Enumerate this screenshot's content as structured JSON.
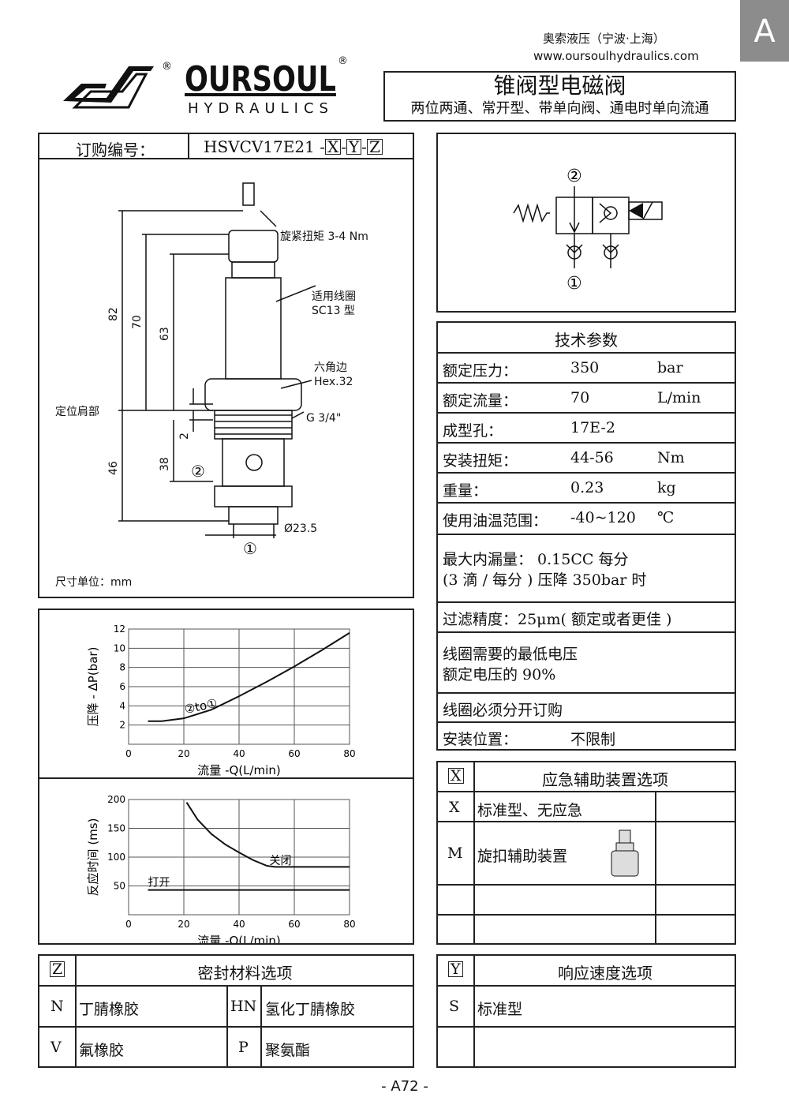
{
  "header": {
    "tab": "A",
    "company": "奥索液压（宁波·上海）",
    "url": "www.oursoulhydraulics.com",
    "brand": "OURSOUL",
    "brand_sub": "HYDRAULICS",
    "reg": "®",
    "title": "锥阀型电磁阀",
    "subtitle": "两位两通、常开型、带单向阀、通电时单向流通"
  },
  "order": {
    "label": "订购编号：",
    "code": "HSVCV17E21 -",
    "x": "X",
    "y": "Y",
    "z": "Z",
    "dash": "-"
  },
  "drawing": {
    "torque": "旋紧扭矩 3-4 Nm",
    "coil1": "适用线圈",
    "coil2": "SC13 型",
    "hex1": "六角边",
    "hex2": "Hex.32",
    "thread": "G 3/4\"",
    "shoulder": "定位肩部",
    "dia": "Ø23.5",
    "d82": "82",
    "d70": "70",
    "d63": "63",
    "d46": "46",
    "d38": "38",
    "d2": "2",
    "port1": "①",
    "port2": "②",
    "unit": "尺寸单位：mm"
  },
  "schematic": {
    "port1": "①",
    "port2": "②"
  },
  "tech": {
    "title": "技术参数",
    "rows": [
      {
        "label": "额定压力：",
        "value": "350",
        "unit": "bar"
      },
      {
        "label": "额定流量：",
        "value": "70",
        "unit": "L/min"
      },
      {
        "label": "成型孔：",
        "value": "17E-2",
        "unit": ""
      },
      {
        "label": "安装扭矩：",
        "value": "44-56",
        "unit": "Nm"
      },
      {
        "label": "重量：",
        "value": "0.23",
        "unit": "kg"
      },
      {
        "label": "使用油温范围：",
        "value": "-40~120",
        "unit": "℃"
      }
    ],
    "leak1": "最大内漏量：  0.15CC 每分",
    "leak2": "(3 滴 / 每分 ) 压降 350bar 时",
    "filter": "过滤精度：25μm( 额定或者更佳 )",
    "volt1": "线圈需要的最低电压",
    "volt2": "额定电压的 90%",
    "coil_order": "线圈必须分开订购",
    "mount_label": "安装位置：",
    "mount_value": "不限制"
  },
  "x_opts": {
    "key": "X",
    "title": "应急辅助装置选项",
    "rows": [
      {
        "code": "X",
        "label": "标准型、无应急"
      },
      {
        "code": "M",
        "label": "旋扣辅助装置"
      }
    ]
  },
  "z_opts": {
    "key": "Z",
    "title": "密封材料选项",
    "rows": [
      {
        "c1": "N",
        "l1": "丁腈橡胶",
        "c2": "HN",
        "l2": "氢化丁腈橡胶"
      },
      {
        "c1": "V",
        "l1": "氟橡胶",
        "c2": "P",
        "l2": "聚氨酯"
      }
    ]
  },
  "y_opts": {
    "key": "Y",
    "title": "响应速度选项",
    "rows": [
      {
        "code": "S",
        "label": "标准型"
      }
    ]
  },
  "footer": "- A72 -",
  "chart_data": [
    {
      "type": "line",
      "xlabel": "流量 -Q(L/min)",
      "ylabel": "压降 - ΔP(bar)",
      "xlim": [
        0,
        80
      ],
      "ylim": [
        0,
        12
      ],
      "xticks": [
        0,
        20,
        40,
        60,
        80
      ],
      "yticks": [
        2,
        4,
        6,
        8,
        10,
        12
      ],
      "grid": true,
      "annotation": "②to①",
      "series": [
        {
          "name": "②to①",
          "x": [
            7,
            12,
            20,
            30,
            40,
            50,
            60,
            70,
            80
          ],
          "y": [
            2.4,
            2.4,
            2.7,
            3.6,
            5,
            6.5,
            8.1,
            9.8,
            11.6
          ]
        }
      ]
    },
    {
      "type": "line",
      "xlabel": "流量 -Q(L/min)",
      "ylabel": "反应时间 (ms)",
      "xlim": [
        0,
        80
      ],
      "ylim": [
        0,
        200
      ],
      "xticks": [
        0,
        20,
        40,
        60,
        80
      ],
      "yticks": [
        50,
        100,
        150,
        200
      ],
      "grid": true,
      "series": [
        {
          "name": "关闭",
          "x": [
            21,
            25,
            30,
            35,
            40,
            45,
            50,
            53,
            80
          ],
          "y": [
            195,
            165,
            140,
            122,
            108,
            95,
            85,
            83,
            83
          ]
        },
        {
          "name": "打开",
          "x": [
            7,
            80
          ],
          "y": [
            43,
            43
          ]
        }
      ]
    }
  ]
}
